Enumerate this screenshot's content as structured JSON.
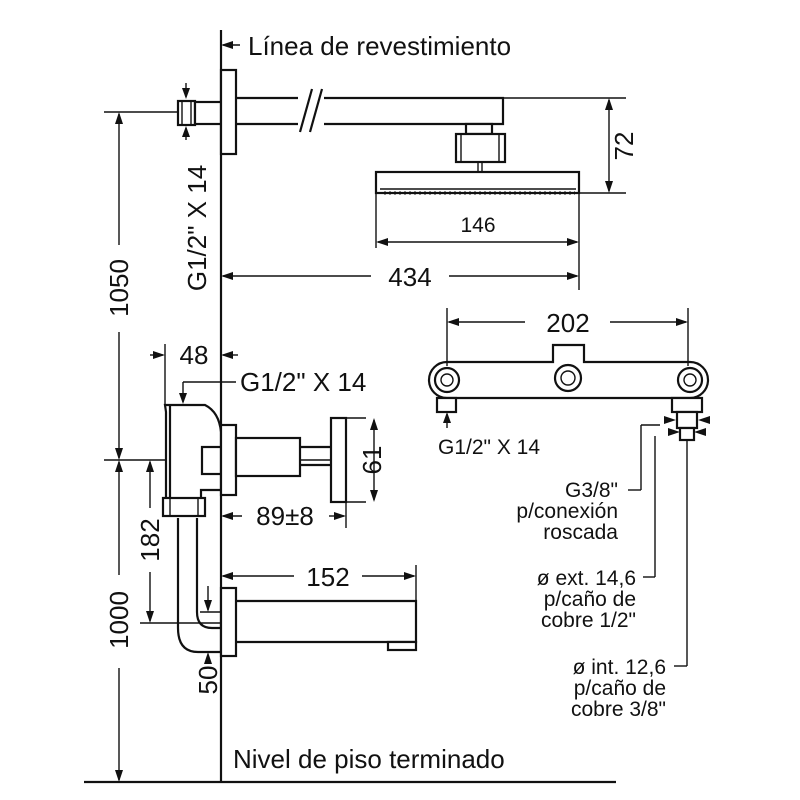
{
  "labels": {
    "wall_line": "Línea de revestimiento",
    "floor_level": "Nivel de piso terminado",
    "thread_top": "G1/2\" X 14",
    "thread_mid": "G1/2\" X 14",
    "thread_right": "G1/2\" X 14",
    "conn_1": "G3/8\"",
    "conn_2": "p/conexión",
    "conn_3": "roscada",
    "ext_1": "ø ext. 14,6",
    "ext_2": "p/caño de",
    "ext_3": "cobre 1/2\"",
    "int_1": "ø int. 12,6",
    "int_2": "p/caño de",
    "int_3": "cobre 3/8\""
  },
  "dimensions": {
    "head_drop": "72",
    "head_width": "146",
    "arm_length": "434",
    "head_height": "1050",
    "mixer_offset": "48",
    "handle_height": "61",
    "handle_depth": "89±8",
    "outlet_height": "182",
    "spout_length": "152",
    "spout_height": "1000",
    "spout_offset": "50",
    "inlet_spacing": "202"
  }
}
